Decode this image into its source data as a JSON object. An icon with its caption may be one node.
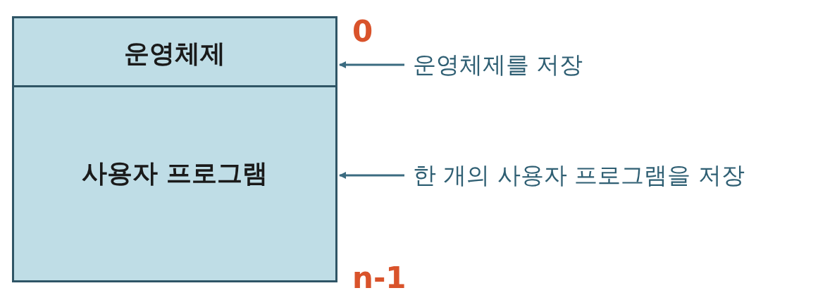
{
  "diagram": {
    "nodes": [
      {
        "text": [
          "운영체제"
        ]
      },
      {
        "text": [
          "사용자 프로그램"
        ]
      },
      {
        "text": [
          "운영체제를 저장"
        ]
      },
      {
        "text": [
          "한 개의 사용자 프로그램을 저장"
        ]
      }
    ],
    "edges": [
      {
        "from": 2,
        "to": 0,
        "arrow": "to"
      },
      {
        "from": 3,
        "to": 1,
        "arrow": "to"
      }
    ],
    "labels": [
      "0",
      "n-1"
    ]
  }
}
